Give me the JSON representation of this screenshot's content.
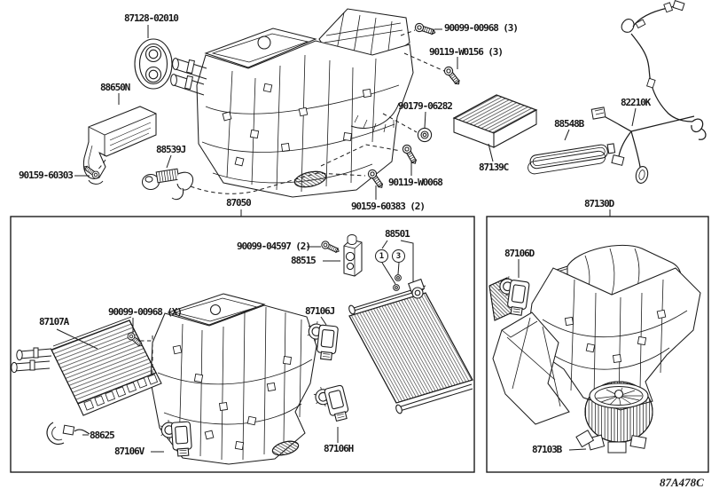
{
  "figure_code": "87A478C",
  "callouts": {
    "one": "1",
    "three": "3"
  },
  "parts": {
    "grommet_87128": "87128-02010",
    "amplifier_88650n": "88650N",
    "screw_90159_60303": "90159-60303",
    "tube_88539j": "88539J",
    "unit_87050": "87050",
    "screw_90099_00968_3": "90099-00968 (3)",
    "bolt_90119_w0156_3": "90119-W0156 (3)",
    "grommet_90179_06282": "90179-06282",
    "filter_87139c": "87139C",
    "damper_88548b": "88548B",
    "harness_82210k": "82210K",
    "bolt_90119_w0068": "90119-W0068",
    "screw_90159_60383_2": "90159-60383 (2)",
    "screw_90099_04597_2": "90099-04597 (2)",
    "valve_88515": "88515",
    "grommet_set_88501": "88501",
    "servo_87106j": "87106J",
    "screw_90099_00968_x": "90099-00968 (X)",
    "heater_core_87107a": "87107A",
    "clip_88625": "88625",
    "servo_87106v": "87106V",
    "servo_87106h": "87106H",
    "unit_87130d": "87130D",
    "servo_87106d": "87106D",
    "motor_87103b": "87103B"
  }
}
